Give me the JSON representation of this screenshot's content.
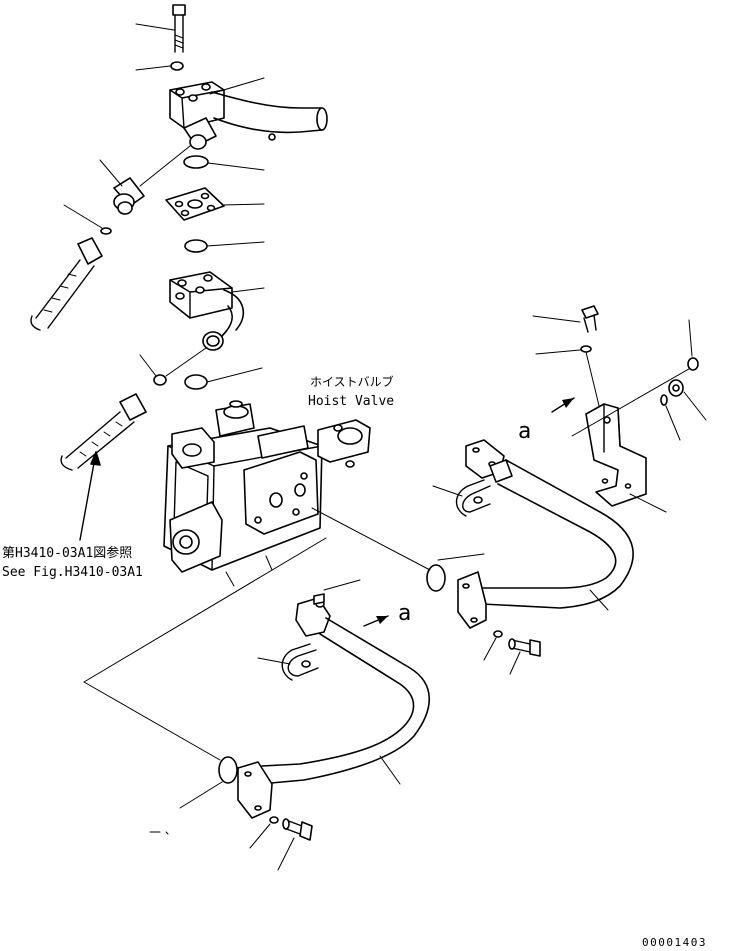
{
  "labels": {
    "hoist_valve_jp": "ホイストバルブ",
    "hoist_valve_en": "Hoist Valve",
    "ref_jp": "第H3410-03A1図参照",
    "ref_en": "See Fig.H3410-03A1",
    "view_a_upper": "a",
    "view_a_lower": "a",
    "drawing_number": "00001403"
  }
}
